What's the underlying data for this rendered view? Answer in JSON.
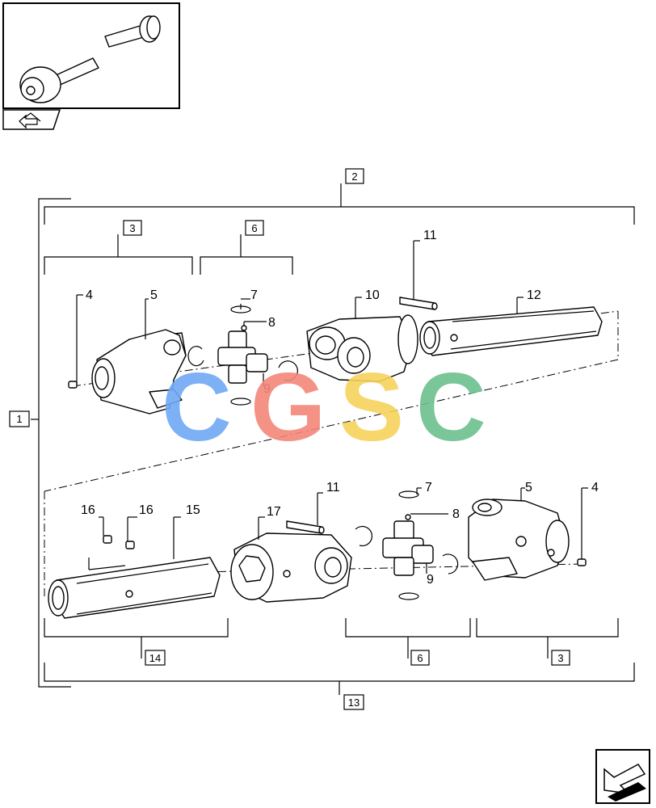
{
  "callouts": {
    "c4_top": "4",
    "c5_top": "5",
    "c7_top": "7",
    "c8_top": "8",
    "c9_top": "9",
    "c10": "10",
    "c11_top": "11",
    "c12": "12",
    "c16_a": "16",
    "c16_b": "16",
    "c15": "15",
    "c17": "17",
    "c11_bot": "11",
    "c7_bot": "7",
    "c8_bot": "8",
    "c9_bot": "9",
    "c5_bot": "5",
    "c4_bot": "4"
  },
  "boxes": {
    "b2": "2",
    "b3_top": "3",
    "b6_top": "6",
    "b1": "1",
    "b14": "14",
    "b6_bot": "6",
    "b3_bot": "3",
    "b13": "13"
  },
  "watermark": {
    "c1": "C",
    "g": "G",
    "s": "S",
    "c2": "C"
  },
  "colors": {
    "blue": "#6fa8f5",
    "red": "#f3877a",
    "yellow": "#f7d35b",
    "green": "#6cc08e"
  },
  "icons": {
    "thumbnail": "driveshaft-thumbnail-icon",
    "nav_top": "navigate-previous-icon",
    "nav_bottom": "navigate-next-icon"
  }
}
